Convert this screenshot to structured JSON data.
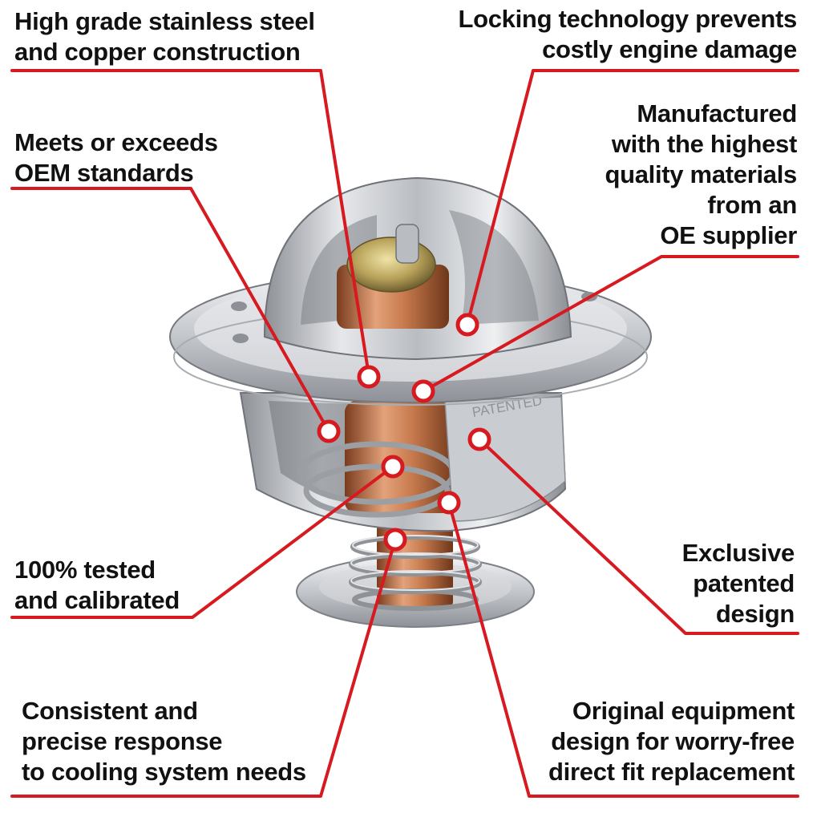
{
  "accent_color": "#d71920",
  "product": "thermostat",
  "embossed_text": "PATENTED",
  "callouts": {
    "stainless": [
      "High grade stainless steel",
      "and copper construction"
    ],
    "locking": [
      "Locking technology prevents",
      "costly engine damage"
    ],
    "oem": [
      "Meets or exceeds",
      "OEM standards"
    ],
    "manufactured": [
      "Manufactured",
      "with the highest",
      "quality materials",
      "from an",
      "OE supplier"
    ],
    "tested": [
      "100% tested",
      "and calibrated"
    ],
    "exclusive": [
      "Exclusive",
      "patented",
      "design"
    ],
    "consistent": [
      "Consistent and",
      "precise response",
      "to cooling system needs"
    ],
    "original": [
      "Original equipment",
      "design for worry-free",
      "direct fit replacement"
    ]
  }
}
